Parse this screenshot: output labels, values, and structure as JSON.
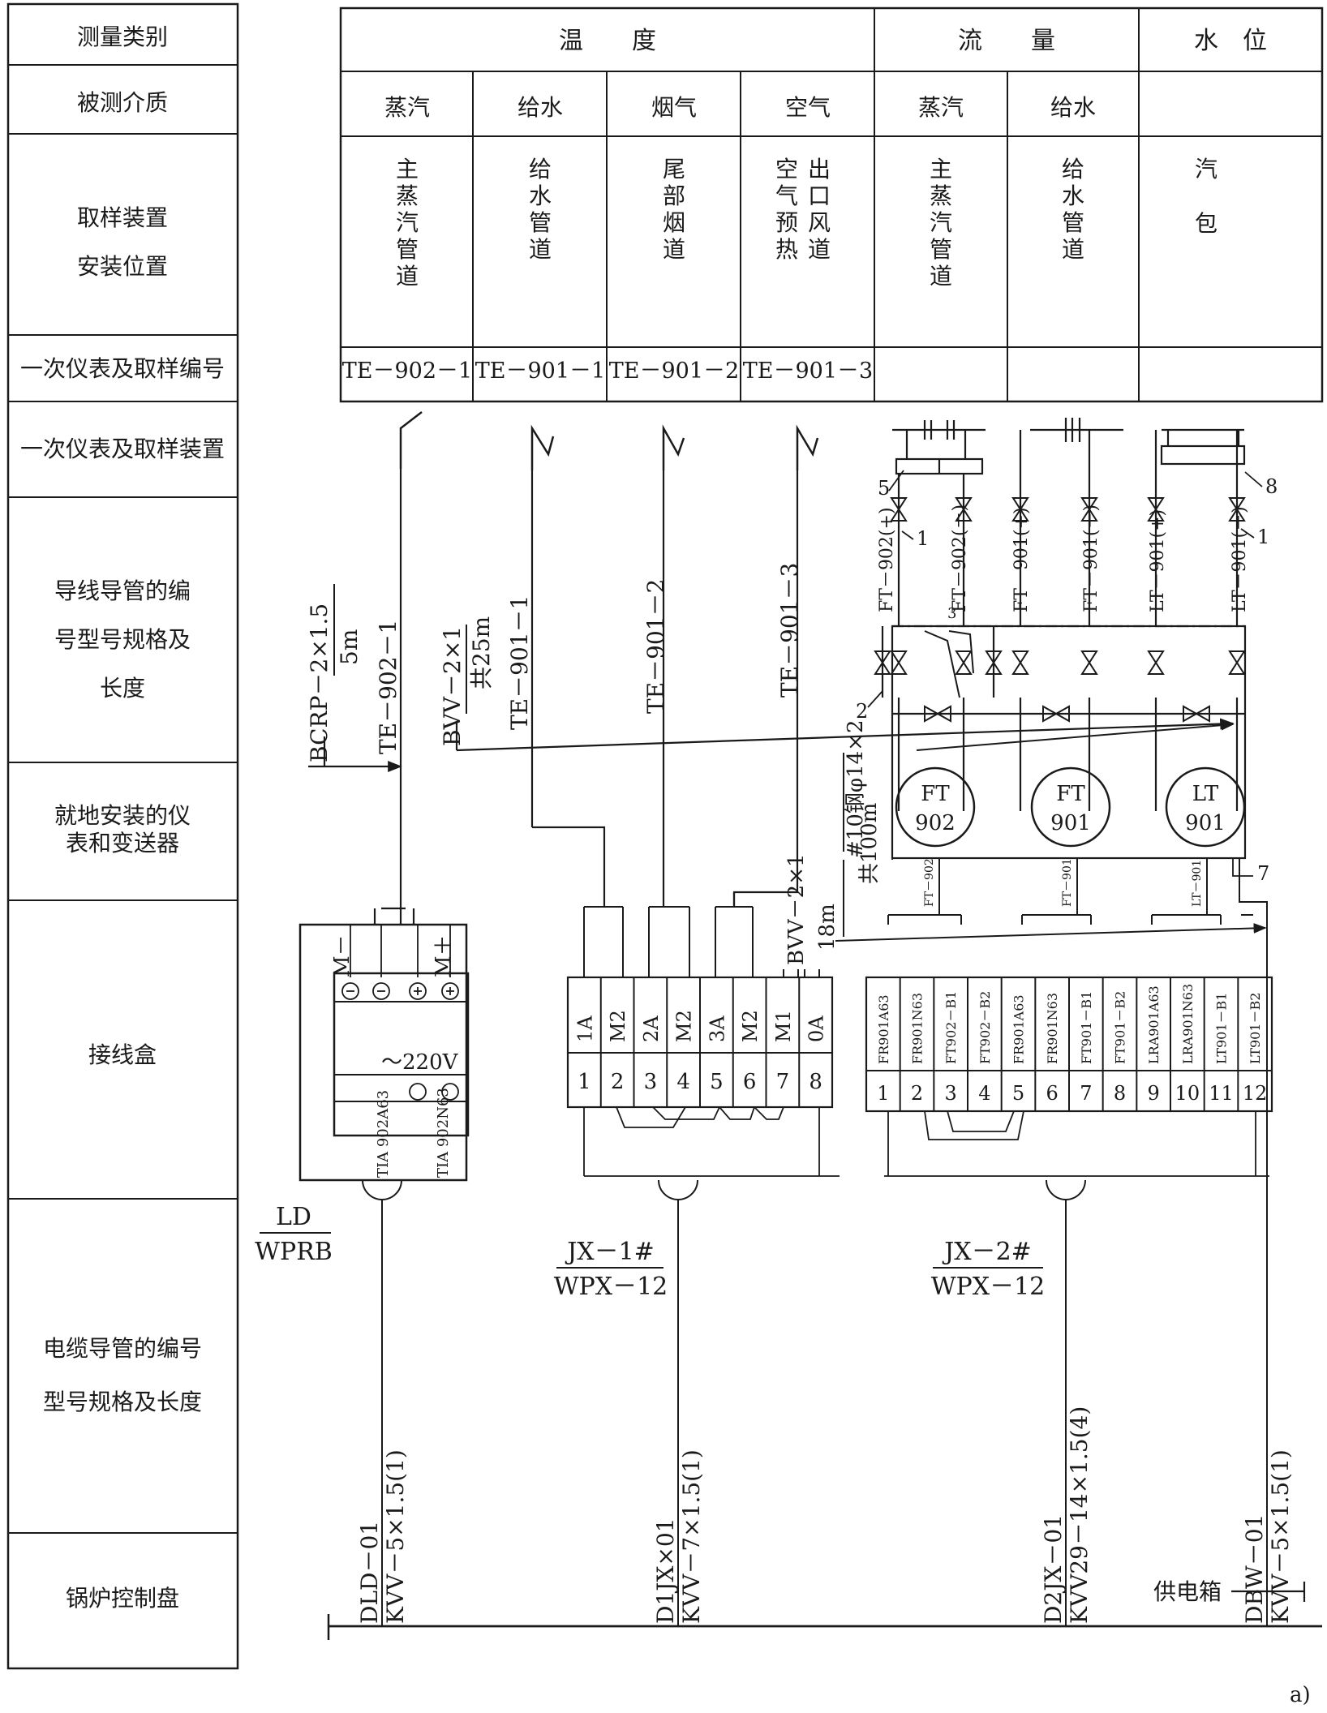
{
  "left_column": {
    "rows": [
      {
        "label": "测量类别"
      },
      {
        "label": "被测介质"
      },
      {
        "lines": [
          "取样装置",
          "安装位置"
        ]
      },
      {
        "label": "一次仪表及取样编号"
      },
      {
        "label": "一次仪表及取样装置"
      },
      {
        "lines": [
          "导线导管的编",
          "号型号规格及",
          "长度"
        ]
      },
      {
        "lines": [
          "就地安装的仪",
          "表和变送器"
        ]
      },
      {
        "label": "接线盒"
      },
      {
        "lines": [
          "电缆导管的编号",
          "型号规格及长度"
        ]
      },
      {
        "label": "锅炉控制盘"
      }
    ]
  },
  "top_table": {
    "categories": [
      "温　　度",
      "流　　量",
      "水　位"
    ],
    "media": [
      "蒸汽",
      "给水",
      "烟气",
      "空气",
      "蒸汽",
      "给水",
      ""
    ],
    "locations": [
      "主蒸汽管道",
      "给水管道",
      "尾部烟道",
      "",
      "主蒸汽管道",
      "给水管道",
      ""
    ],
    "location_air": [
      "空气预热",
      "出口风道"
    ],
    "location_drum": [
      "汽",
      "包"
    ],
    "tags": [
      "TE－902－1",
      "TE－901－1",
      "TE－901－2",
      "TE－901－3",
      "",
      "",
      ""
    ]
  },
  "wires": {
    "w1_type": "BCRP－2×1.5",
    "w1_len": "5m",
    "w1_tag": "TE－902－1",
    "w2_type": "BVV－2×1",
    "w2_len": "共25m",
    "w2_tag": "TE－901－1",
    "w3_tag": "TE－901－2",
    "w4_tag": "TE－901－3",
    "bvv": "BVV－2×1",
    "pipe_a": "#10钢φ14×2",
    "pipe_b": "共100m",
    "pipe_c": "18m",
    "sig_ft902": "FT－902",
    "sig_ft901": "FT－901",
    "sig_lt901": "LT－901"
  },
  "impulse": {
    "labels": [
      "FT－902(+)",
      "FT－902(－)",
      "FT－901(+)",
      "FT－901(－)",
      "LT－901(+)",
      "LT－901(－)"
    ],
    "callouts": [
      "5",
      "1",
      "8",
      "1",
      "2",
      "3",
      "7"
    ]
  },
  "transmitters": [
    {
      "name": "FT",
      "num": "902"
    },
    {
      "name": "FT",
      "num": "901"
    },
    {
      "name": "LT",
      "num": "901"
    }
  ],
  "box_ld": {
    "terms": [
      "M－",
      "M＋"
    ],
    "voltage": "～220V",
    "ids": [
      "TIA 902A63",
      "TIA 902N63"
    ],
    "num": "LD",
    "model": "WPRB"
  },
  "box_jx1": {
    "top": [
      "1A",
      "M2",
      "2A",
      "M2",
      "3A",
      "M2",
      "M1",
      "0A"
    ],
    "nums": [
      "1",
      "2",
      "3",
      "4",
      "5",
      "6",
      "7",
      "8"
    ],
    "num": "JX－1#",
    "model": "WPX－12"
  },
  "box_jx2": {
    "top": [
      "FR901A63",
      "FR901N63",
      "FT902－B1",
      "FT902－B2",
      "FR901A63",
      "FR901N63",
      "FT901－B1",
      "FT901－B2",
      "LRA901A63",
      "LRA901N63",
      "LT901－B1",
      "LT901－B2"
    ],
    "nums": [
      "1",
      "2",
      "3",
      "4",
      "5",
      "6",
      "7",
      "8",
      "9",
      "10",
      "11",
      "12"
    ],
    "num": "JX－2#",
    "model": "WPX－12"
  },
  "cables": [
    {
      "id": "DLD－01",
      "spec": "KVV－5×1.5(1)"
    },
    {
      "id": "D1JX×01",
      "spec": "KVV－7×1.5(1)"
    },
    {
      "id": "D2JX－01",
      "spec": "KVV29－14×1.5(4)"
    },
    {
      "id": "DBW－01",
      "spec": "KVV－5×1.5(1)"
    }
  ],
  "power_box": "供电箱",
  "figure_label": "a)"
}
